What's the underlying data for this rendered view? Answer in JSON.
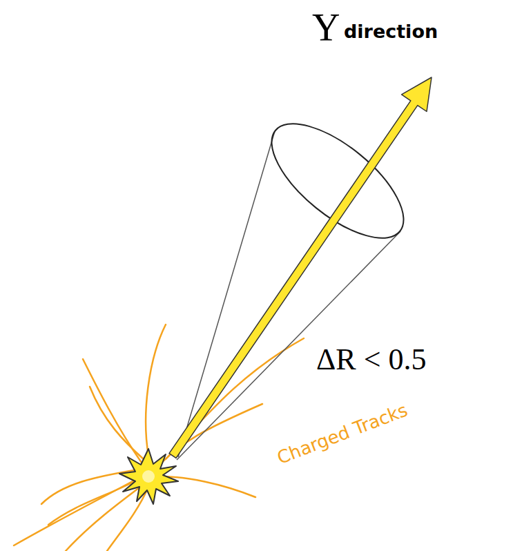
{
  "diagram": {
    "labels": [
      "Υ",
      "direction",
      "ΔR < 0.5",
      "Charged Tracks"
    ]
  }
}
